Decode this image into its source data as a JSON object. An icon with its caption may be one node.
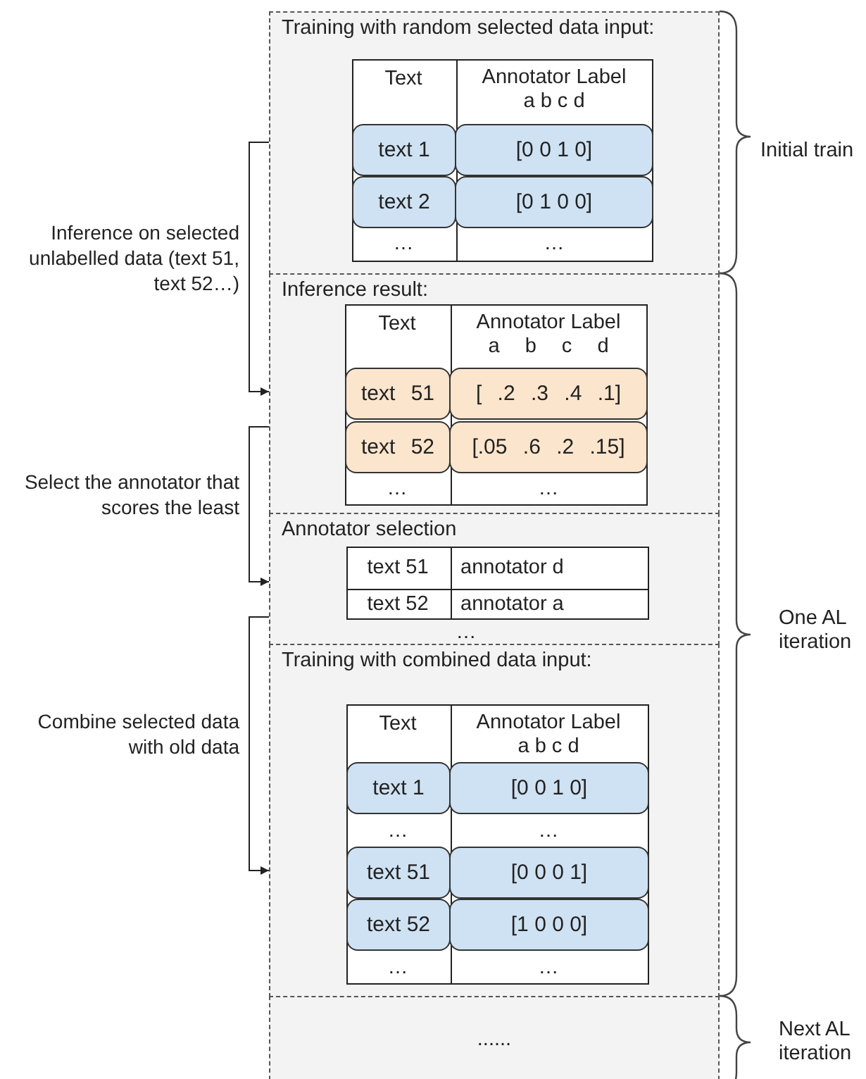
{
  "diagram": {
    "nodes": [
      {
        "text": [
          "Training with random selected data input:"
        ]
      },
      {
        "text": [
          "text 1"
        ],
        "in": 0
      },
      {
        "text": [
          "[0 0 1 0]"
        ],
        "in": 0
      },
      {
        "text": [
          "text 2"
        ],
        "in": 0
      },
      {
        "text": [
          "[0 1 0 0]"
        ],
        "in": 0
      },
      {
        "text": [
          "Inference result:"
        ]
      },
      {
        "text": [
          "text 51"
        ],
        "in": 5
      },
      {
        "text": [
          "[ .2 .3 .4 .1]"
        ],
        "in": 5
      },
      {
        "text": [
          "text 52"
        ],
        "in": 5
      },
      {
        "text": [
          "[.05 .6 .2 .15]"
        ],
        "in": 5
      },
      {
        "text": [
          "Annotator selection"
        ]
      },
      {
        "text": [
          "Training with combined data input:"
        ]
      },
      {
        "text": [
          "text 1"
        ],
        "in": 11
      },
      {
        "text": [
          "[0 0 1 0]"
        ],
        "in": 11
      },
      {
        "text": [
          "text 51"
        ],
        "in": 11
      },
      {
        "text": [
          "[0 0 0 1]"
        ],
        "in": 11
      },
      {
        "text": [
          "text 52"
        ],
        "in": 11
      },
      {
        "text": [
          "[1 0 0 0]"
        ],
        "in": 11
      },
      {
        "text": [
          "......"
        ]
      }
    ],
    "edges": [
      {
        "from": 0,
        "to": 5,
        "arrow": "to",
        "label": "Inference on selected unlabelled data (text 51, text 52…)"
      },
      {
        "from": 5,
        "to": 10,
        "arrow": "to",
        "label": "Select the annotator that scores the least"
      },
      {
        "from": 10,
        "to": 11,
        "arrow": "to",
        "label": "Combine selected data with old data"
      }
    ],
    "labels": [
      "Text",
      "Annotator Label",
      "a b c d",
      "…",
      "…",
      "Text",
      "Annotator Label",
      "a b c d",
      "…",
      "…",
      "text 51",
      "annotator d",
      "text 52",
      "annotator a",
      "…",
      "Text",
      "Annotator Label",
      "a b c d",
      "…",
      "…",
      "…",
      "…",
      "Initial train",
      "One AL iteration",
      "Next AL iteration"
    ]
  }
}
